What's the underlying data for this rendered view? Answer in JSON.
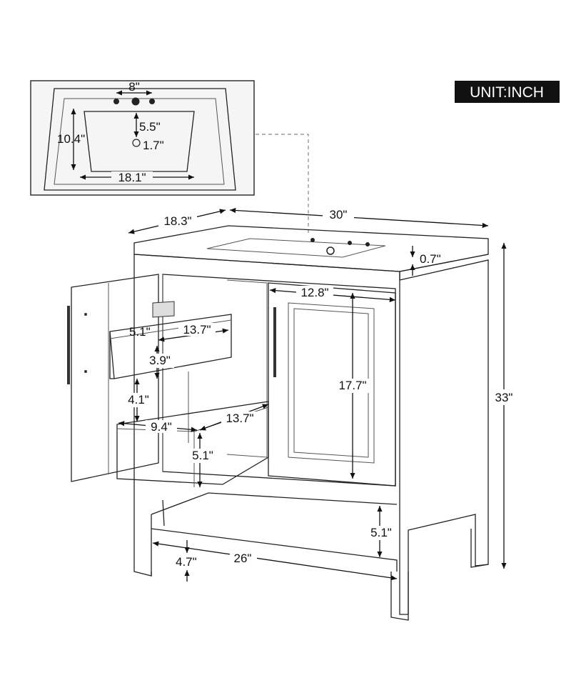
{
  "unit_label": "UNIT:INCH",
  "sink_inset": {
    "faucet_spacing": "8\"",
    "basin_depth": "10.4\"",
    "faucet_to_drain": "5.5\"",
    "drain_diameter": "1.7\"",
    "basin_width": "18.1\""
  },
  "vanity": {
    "total_depth": "18.3\"",
    "total_width": "30\"",
    "top_thickness": "0.7\"",
    "total_height": "33\"",
    "door_opening_width": "12.8\"",
    "door_opening_height": "17.7\"",
    "shelf_to_floor_gap": "5.1\"",
    "shelf_width": "26\"",
    "leg_height": "4.7\""
  },
  "drawers": {
    "upper_height": "5.1\"",
    "upper_depth": "13.7\"",
    "upper_inner_height": "3.9\"",
    "spacing_between": "4.1\"",
    "lower_width": "9.4\"",
    "lower_depth": "13.7\"",
    "lower_height": "5.1\""
  },
  "colors": {
    "line": "#222222",
    "badge_bg": "#111111",
    "inset_bg": "#f5f5f5"
  }
}
